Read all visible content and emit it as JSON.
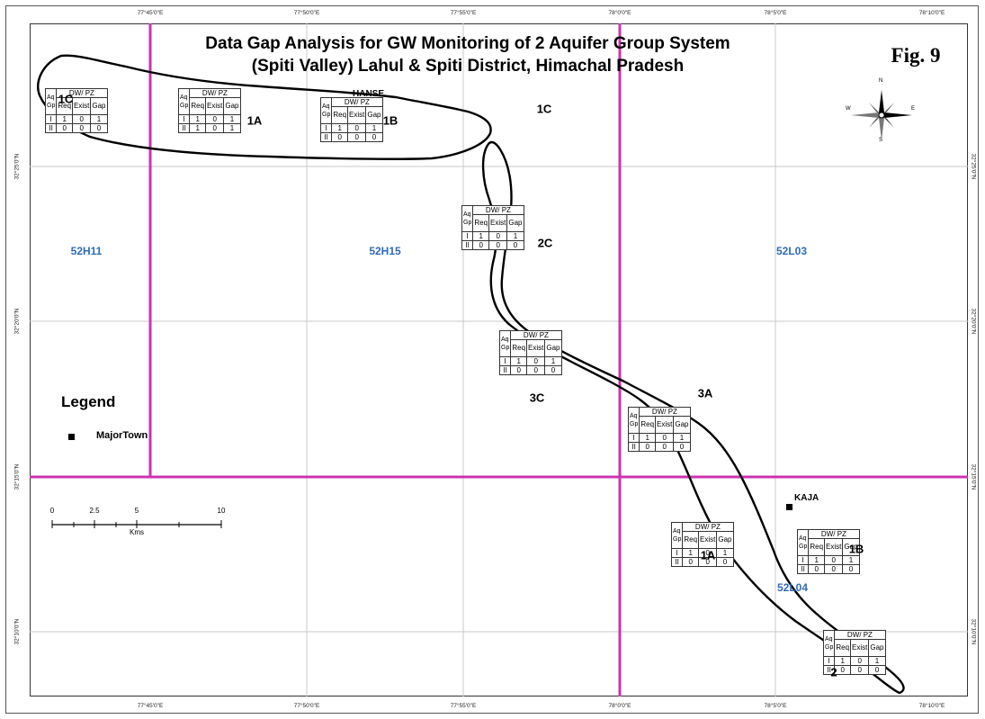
{
  "title_lines": [
    "Data Gap Analysis for GW Monitoring of 2 Aquifer Group System",
    "(Spiti Valley) Lahul & Spiti District, Himachal Pradesh"
  ],
  "figure_label": "Fig. 9",
  "compass": {
    "north": "N",
    "south": "S",
    "east": "E",
    "west": "W"
  },
  "graticule": {
    "longitudes": [
      "77°45'0\"E",
      "77°50'0\"E",
      "77°55'0\"E",
      "78°0'0\"E",
      "78°5'0\"E",
      "78°10'0\"E"
    ],
    "latitudes": [
      "32°25'0\"N",
      "32°20'0\"N",
      "32°15'0\"N",
      "32°10'0\"N"
    ]
  },
  "sheets": [
    "52H11",
    "52H15",
    "52L03",
    "52L04"
  ],
  "zones": [
    "1C",
    "1A",
    "1B",
    "1C",
    "2C",
    "3C",
    "3A",
    "1A",
    "1B",
    "2"
  ],
  "towns": [
    "HANSE",
    "KAJA"
  ],
  "legend": {
    "title": "Legend",
    "item": "MajorTown"
  },
  "scalebar": {
    "ticks": [
      "0",
      "2.5",
      "5",
      "10"
    ],
    "unit": "Kms"
  },
  "gap_table_headers": {
    "group": "DW/ PZ",
    "aq": "Aq",
    "gp": "Gp",
    "req": "Req",
    "exist": "Exist",
    "gap": "Gap"
  },
  "gap_tables": [
    {
      "rows": [
        {
          "aq": "I",
          "req": "1",
          "exist": "0",
          "gap": "1"
        },
        {
          "aq": "II",
          "req": "0",
          "exist": "0",
          "gap": "0"
        }
      ]
    },
    {
      "rows": [
        {
          "aq": "I",
          "req": "1",
          "exist": "0",
          "gap": "1"
        },
        {
          "aq": "II",
          "req": "1",
          "exist": "0",
          "gap": "1"
        }
      ]
    },
    {
      "rows": [
        {
          "aq": "I",
          "req": "1",
          "exist": "0",
          "gap": "1"
        },
        {
          "aq": "II",
          "req": "0",
          "exist": "0",
          "gap": "0"
        }
      ]
    },
    {
      "rows": [
        {
          "aq": "I",
          "req": "1",
          "exist": "0",
          "gap": "1"
        },
        {
          "aq": "II",
          "req": "0",
          "exist": "0",
          "gap": "0"
        }
      ]
    },
    {
      "rows": [
        {
          "aq": "I",
          "req": "1",
          "exist": "0",
          "gap": "1"
        },
        {
          "aq": "II",
          "req": "0",
          "exist": "0",
          "gap": "0"
        }
      ]
    },
    {
      "rows": [
        {
          "aq": "I",
          "req": "1",
          "exist": "0",
          "gap": "1"
        },
        {
          "aq": "II",
          "req": "0",
          "exist": "0",
          "gap": "0"
        }
      ]
    },
    {
      "rows": [
        {
          "aq": "I",
          "req": "1",
          "exist": "0",
          "gap": "1"
        },
        {
          "aq": "II",
          "req": "0",
          "exist": "0",
          "gap": "0"
        }
      ]
    },
    {
      "rows": [
        {
          "aq": "I",
          "req": "1",
          "exist": "0",
          "gap": "1"
        },
        {
          "aq": "II",
          "req": "0",
          "exist": "0",
          "gap": "0"
        }
      ]
    },
    {
      "rows": [
        {
          "aq": "I",
          "req": "1",
          "exist": "0",
          "gap": "1"
        },
        {
          "aq": "II",
          "req": "0",
          "exist": "0",
          "gap": "0"
        }
      ]
    }
  ],
  "colors": {
    "grid_line": "#cc33b0",
    "sheet_label": "#2f6bb8",
    "outline": "#000000"
  }
}
